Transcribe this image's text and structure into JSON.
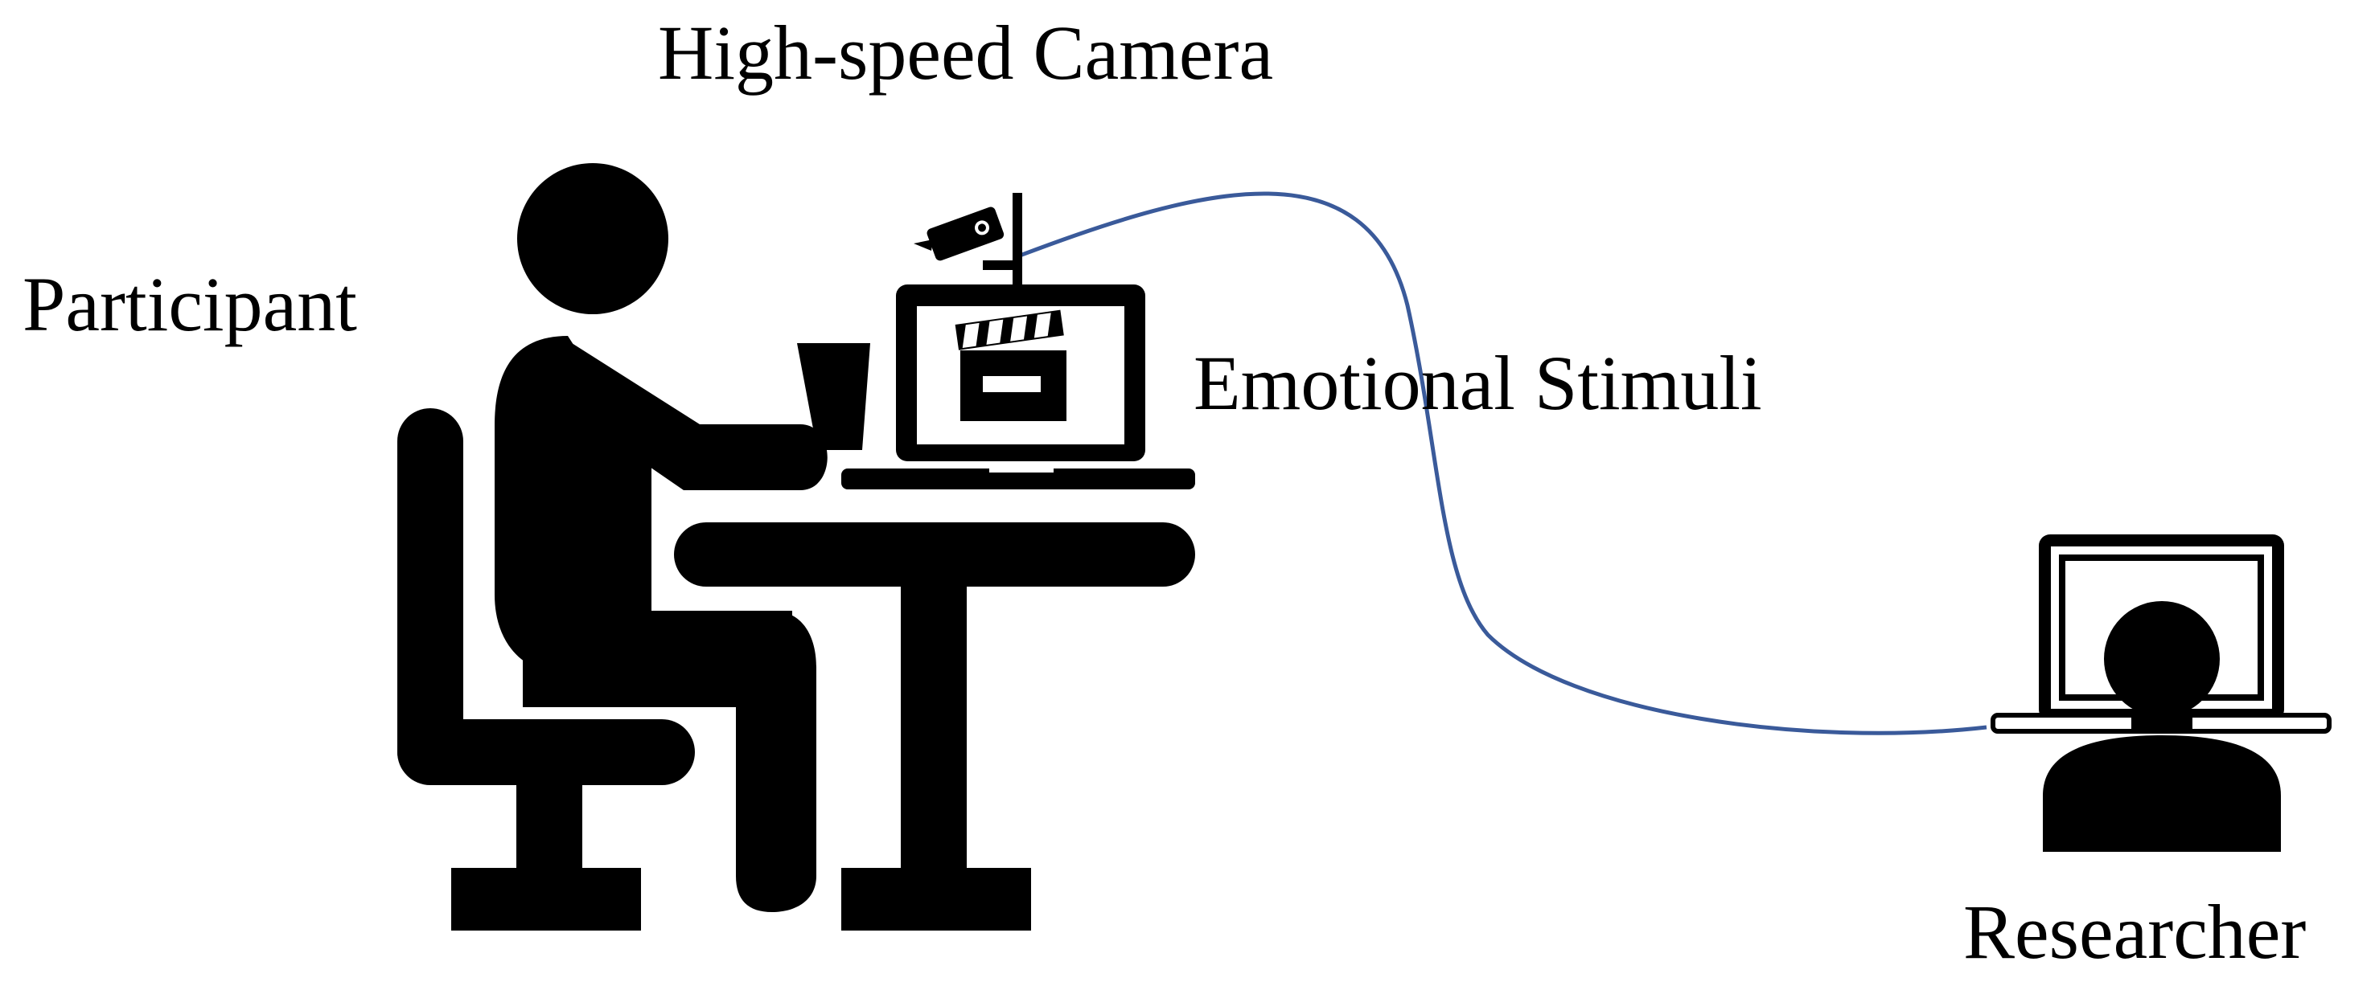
{
  "labels": {
    "camera": "High-speed Camera",
    "participant": "Participant",
    "stimuli": "Emotional Stimuli",
    "researcher": "Researcher"
  },
  "icons": {
    "participant": "person-seated-at-desk-icon",
    "chair": "chair-icon",
    "desk": "desk-icon",
    "participant_laptop": "laptop-icon",
    "stimulus_screen": "clapperboard-icon",
    "camera": "cctv-camera-icon",
    "cup": "cup-icon",
    "researcher_laptop": "laptop-icon",
    "researcher": "person-icon",
    "cable": "cable"
  },
  "colors": {
    "icon_fill": "#000000",
    "cable": "#3a5a9a",
    "background": "#ffffff"
  }
}
